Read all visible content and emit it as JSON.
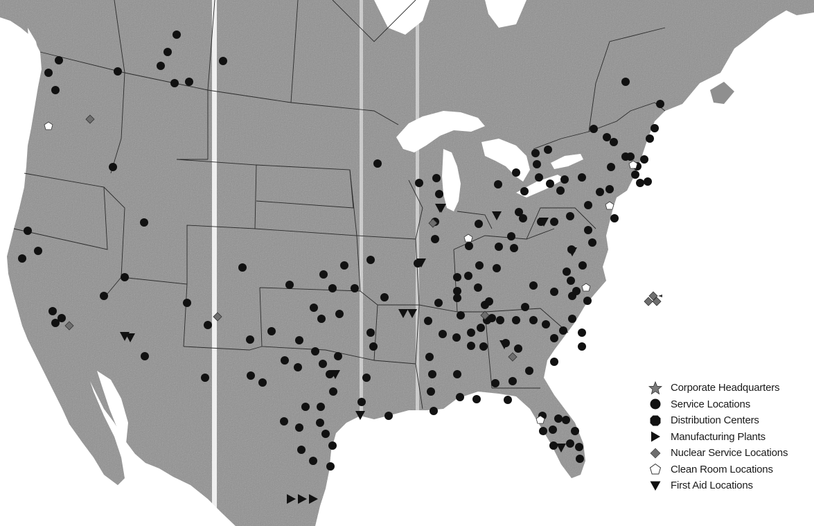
{
  "map": {
    "colors": {
      "land": "#8f8f8f",
      "water": "#ffffff",
      "border": "#2a2a2a",
      "marker": "#111111",
      "nuclear": "#6e6e6e",
      "headquarters": "#7a7a7a",
      "clean_room_fill": "#ffffff"
    }
  },
  "legend": {
    "items": [
      {
        "key": "headquarters",
        "label": "Corporate Headquarters",
        "icon": "star-icon"
      },
      {
        "key": "service",
        "label": "Service Locations",
        "icon": "circle-icon"
      },
      {
        "key": "distribution",
        "label": "Distribution Centers",
        "icon": "octagon-icon"
      },
      {
        "key": "manufacturing",
        "label": "Manufacturing Plants",
        "icon": "triangle-right-icon"
      },
      {
        "key": "nuclear",
        "label": "Nuclear Service Locations",
        "icon": "diamond-icon"
      },
      {
        "key": "cleanroom",
        "label": "Clean Room Locations",
        "icon": "pentagon-icon"
      },
      {
        "key": "firstaid",
        "label": "First Aid Locations",
        "icon": "triangle-down-icon"
      }
    ]
  }
}
